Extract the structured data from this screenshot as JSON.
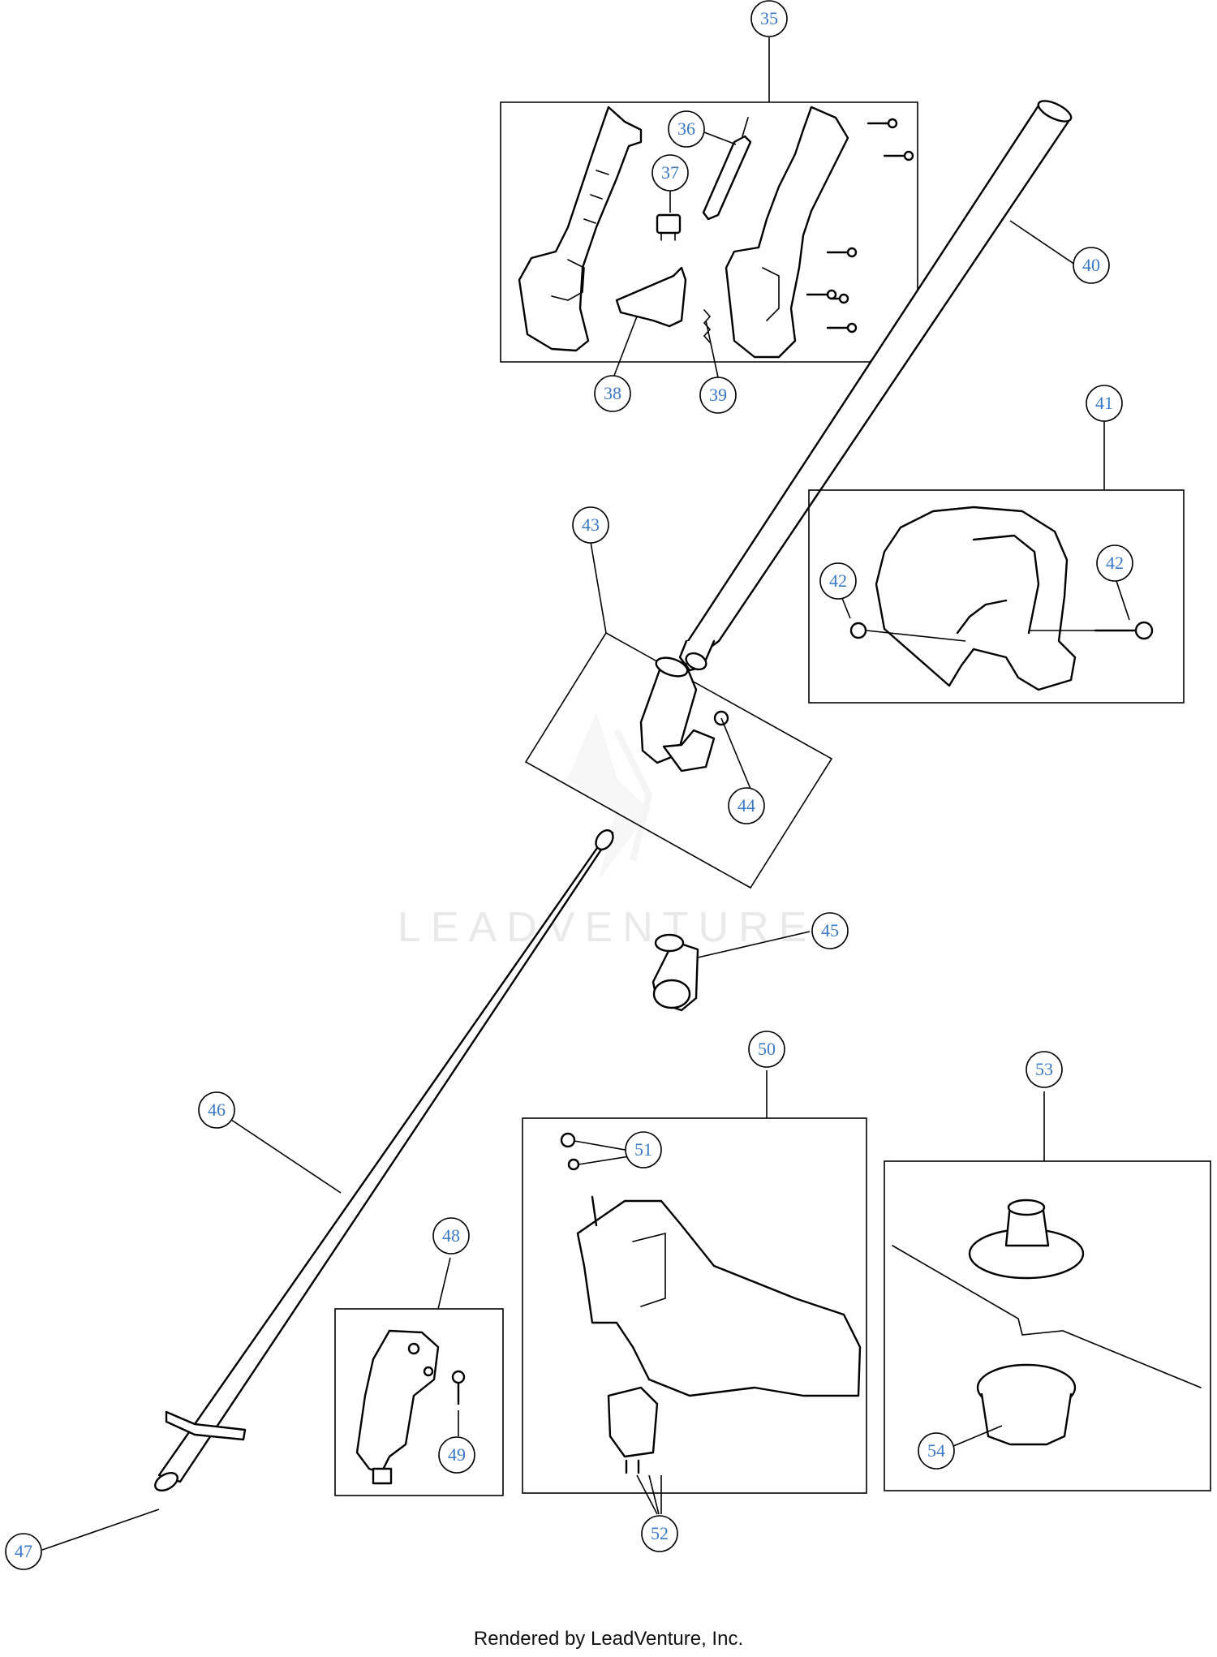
{
  "watermark": "LEADVENTURE",
  "footer": "Rendered by LeadVenture, Inc.",
  "callouts": {
    "c35": "35",
    "c36": "36",
    "c37": "37",
    "c38": "38",
    "c39": "39",
    "c40": "40",
    "c41": "41",
    "c42a": "42",
    "c42b": "42",
    "c43": "43",
    "c44": "44",
    "c45": "45",
    "c46": "46",
    "c47": "47",
    "c48": "48",
    "c49": "49",
    "c50": "50",
    "c51": "51",
    "c52": "52",
    "c53": "53",
    "c54": "54"
  },
  "colors": {
    "callout_text": "#3a78c8",
    "line": "#000000",
    "watermark": "#e9e9e9"
  }
}
